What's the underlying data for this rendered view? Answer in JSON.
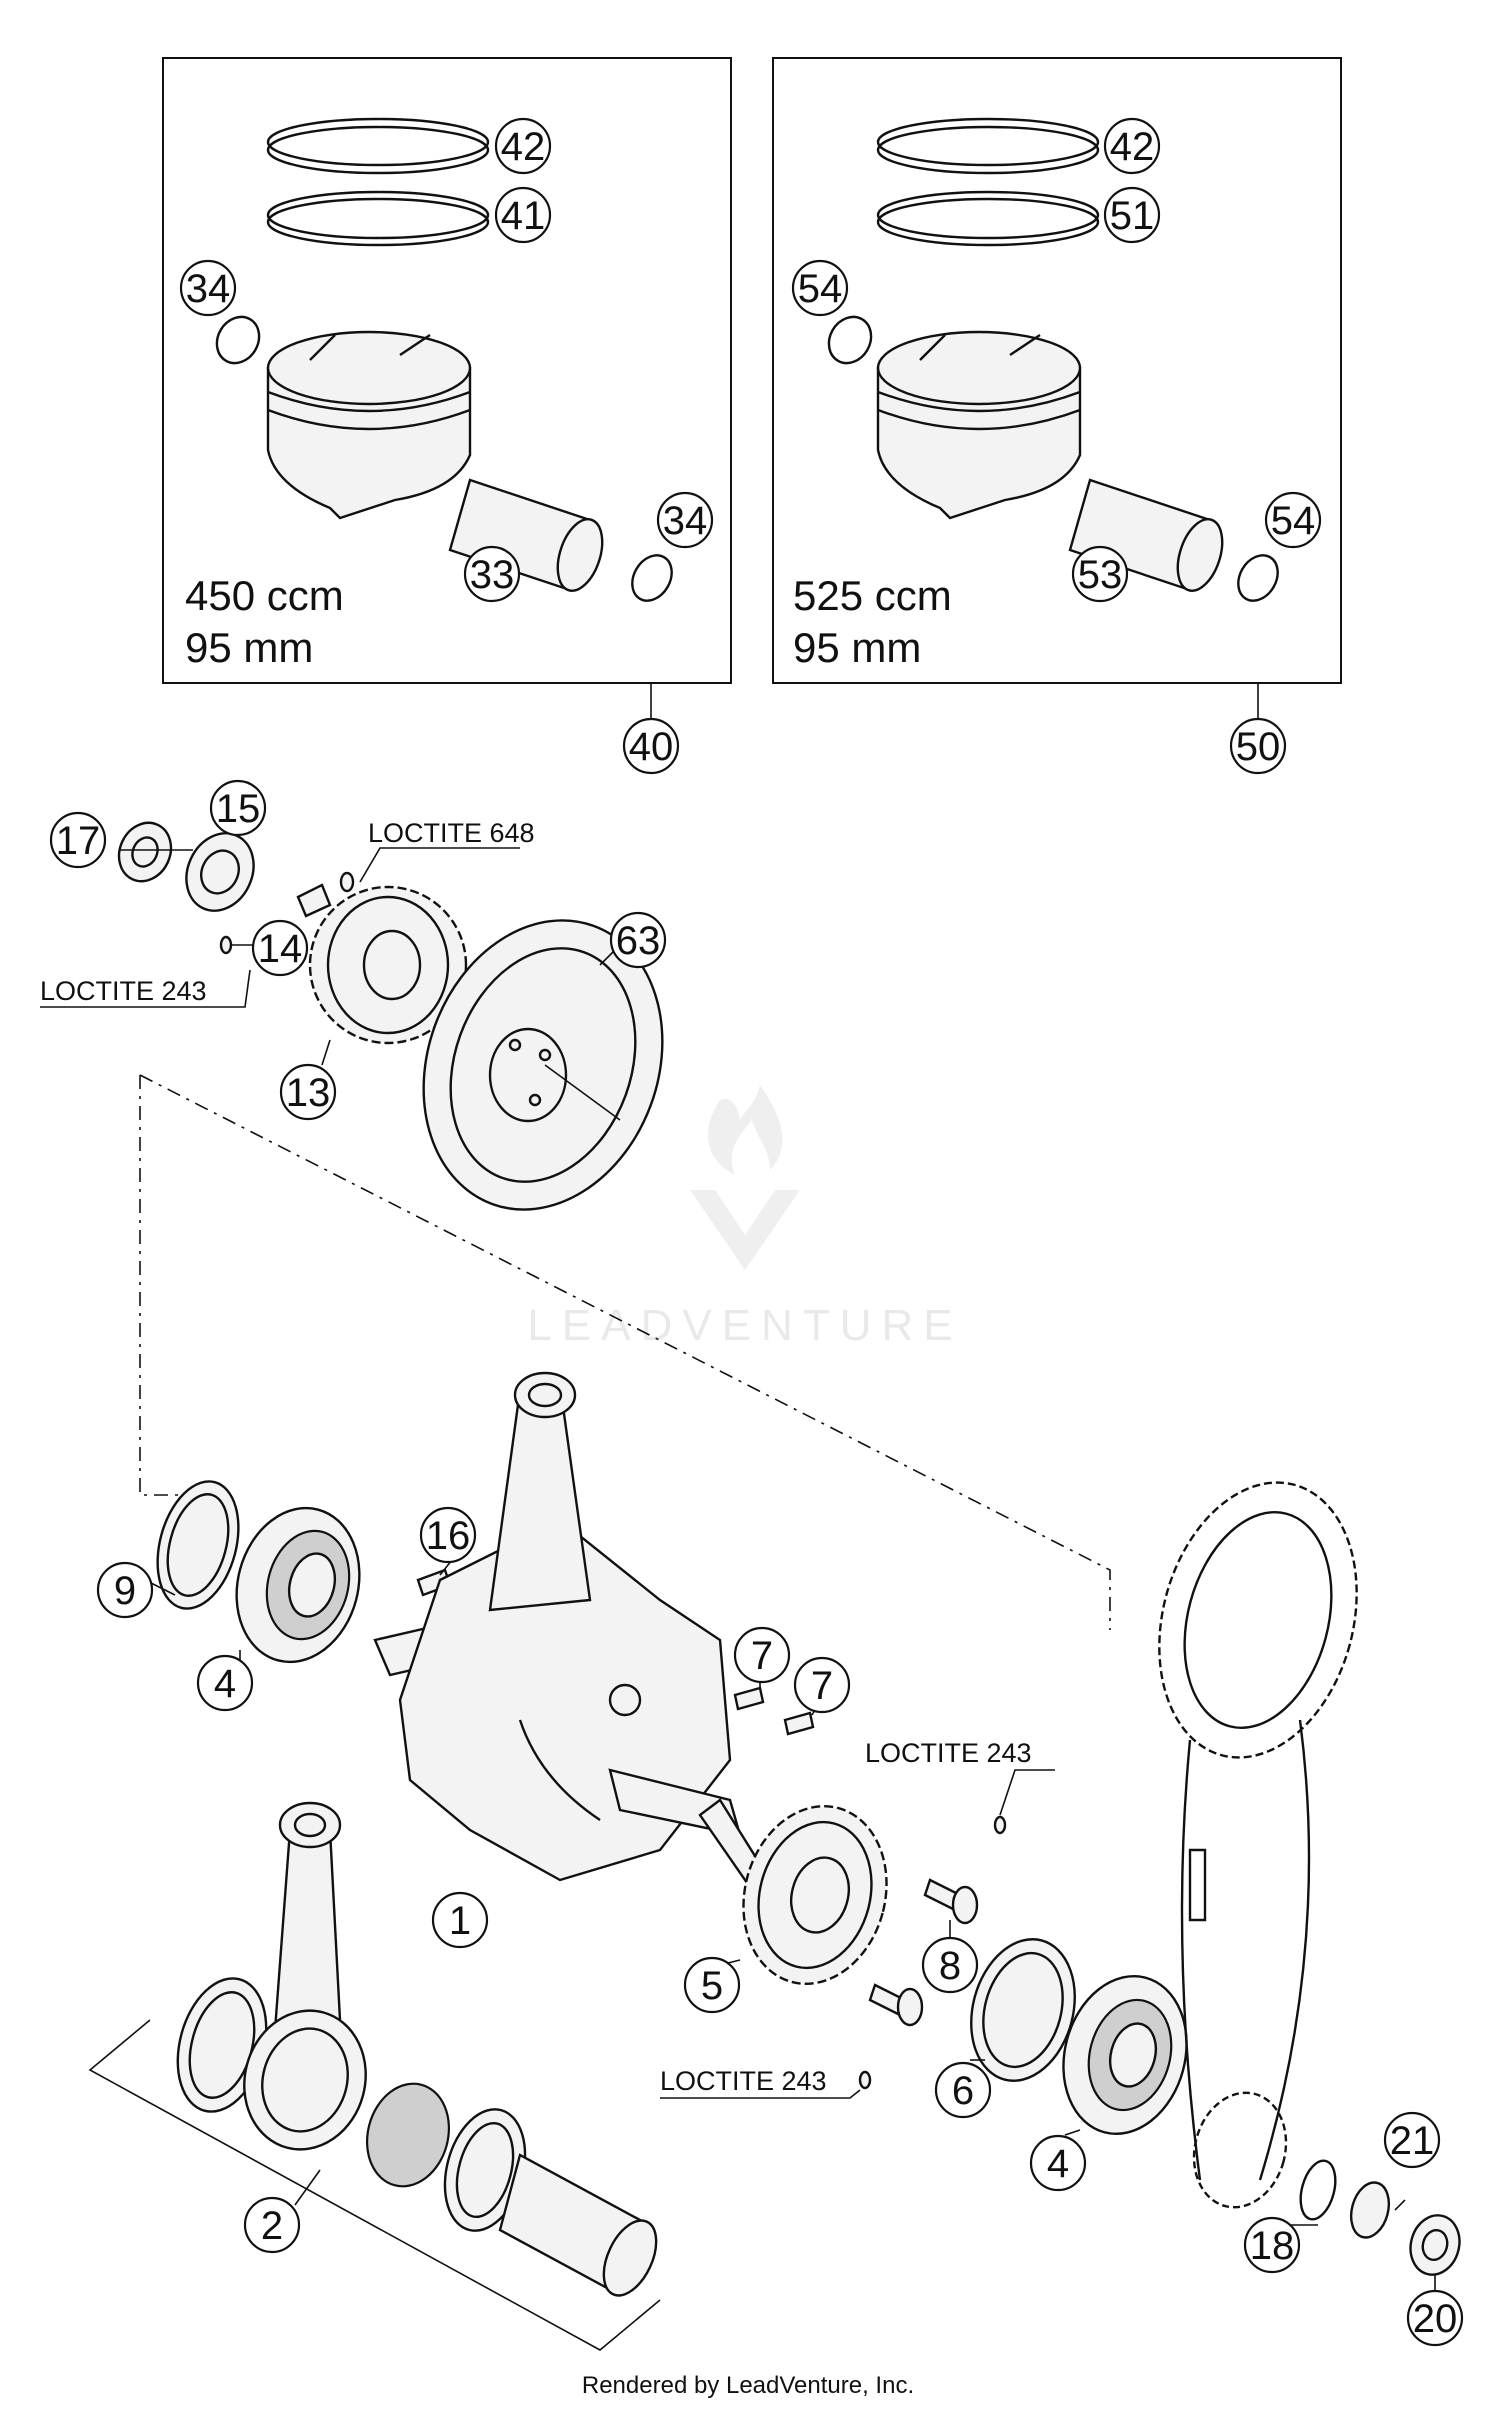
{
  "kits": [
    {
      "name": "kit-450",
      "line1": "450 ccm",
      "line2": "95 mm",
      "kit_number": "40",
      "parts": {
        "ring_top": "42",
        "ring_bottom": "41",
        "clip_left": "34",
        "pin": "33",
        "clip_right": "34"
      }
    },
    {
      "name": "kit-525",
      "line1": "525 ccm",
      "line2": "95 mm",
      "kit_number": "50",
      "parts": {
        "ring_top": "42",
        "ring_bottom": "51",
        "clip_left": "54",
        "pin": "53",
        "clip_right": "54"
      }
    }
  ],
  "callouts": {
    "c17": "17",
    "c15": "15",
    "c14": "14",
    "c13": "13",
    "c63": "63",
    "c9": "9",
    "c4a": "4",
    "c16": "16",
    "c7a": "7",
    "c7b": "7",
    "c1": "1",
    "c5": "5",
    "c8": "8",
    "c6": "6",
    "c4b": "4",
    "c2": "2",
    "c21": "21",
    "c18": "18",
    "c20": "20"
  },
  "loctite": {
    "l648": "LOCTITE 648",
    "l243a": "LOCTITE 243",
    "l243b": "LOCTITE 243",
    "l243c": "LOCTITE 243"
  },
  "watermark": "LEADVENTURE",
  "footer": "Rendered by LeadVenture, Inc."
}
